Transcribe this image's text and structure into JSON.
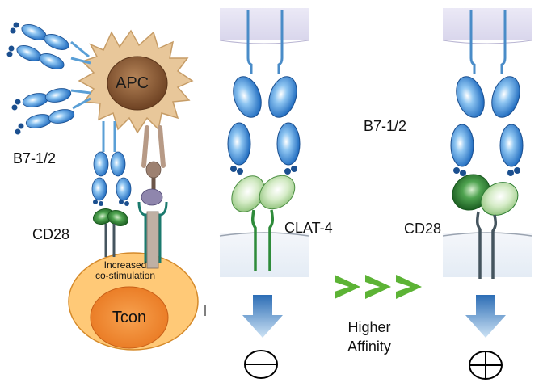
{
  "labels": {
    "apc": "APC",
    "b7_left": "B7-1/2",
    "cd28_left": "CD28",
    "increased_line1": "Increased",
    "increased_line2": "co-stimulation",
    "tcon": "Tcon",
    "clat4": "CLAT-4",
    "b7_right": "B7-1/2",
    "cd28_right": "CD28",
    "higher": "Higher",
    "affinity": "Affinity",
    "comparison": ">>>"
  },
  "symbols": {
    "minus": "minus-in-circle",
    "plus": "plus-in-circle"
  },
  "colors": {
    "apc_body": "#e8c79a",
    "apc_nucleus": "#8a5a35",
    "b7_blue": "#2f7fd0",
    "cd28_green": "#2e7d32",
    "clat4_green": "#9ccf8a",
    "tcon_outer": "#ffc977",
    "tcon_inner": "#f08a33",
    "arrow_blue": "#3f7fc4",
    "chevron_green": "#5cb335",
    "membrane": "#e2e0f0"
  }
}
